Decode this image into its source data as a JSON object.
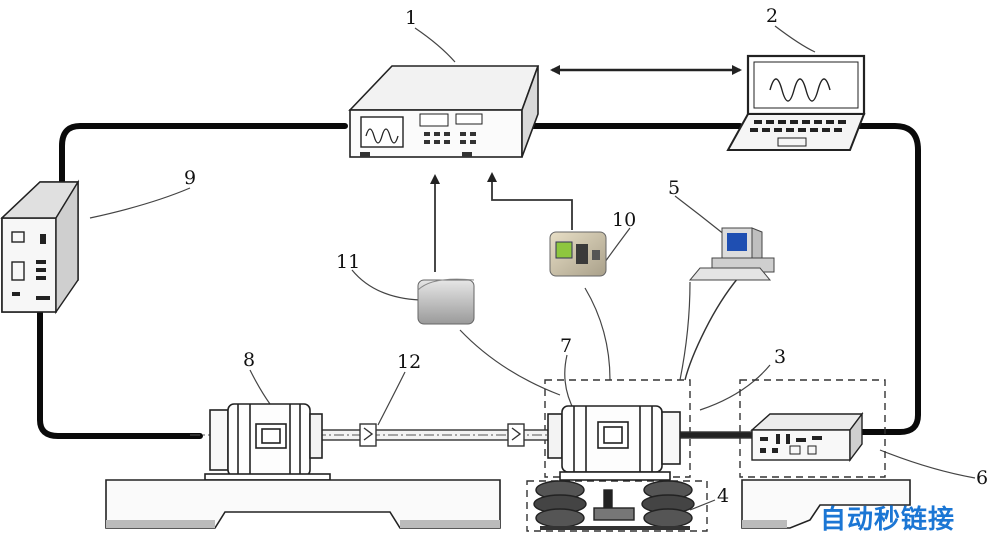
{
  "labels": {
    "n1": "1",
    "n2": "2",
    "n3": "3",
    "n4": "4",
    "n5": "5",
    "n6": "6",
    "n7": "7",
    "n8": "8",
    "n9": "9",
    "n10": "10",
    "n11": "11",
    "n12": "12"
  },
  "watermark": "自动秒链接"
}
